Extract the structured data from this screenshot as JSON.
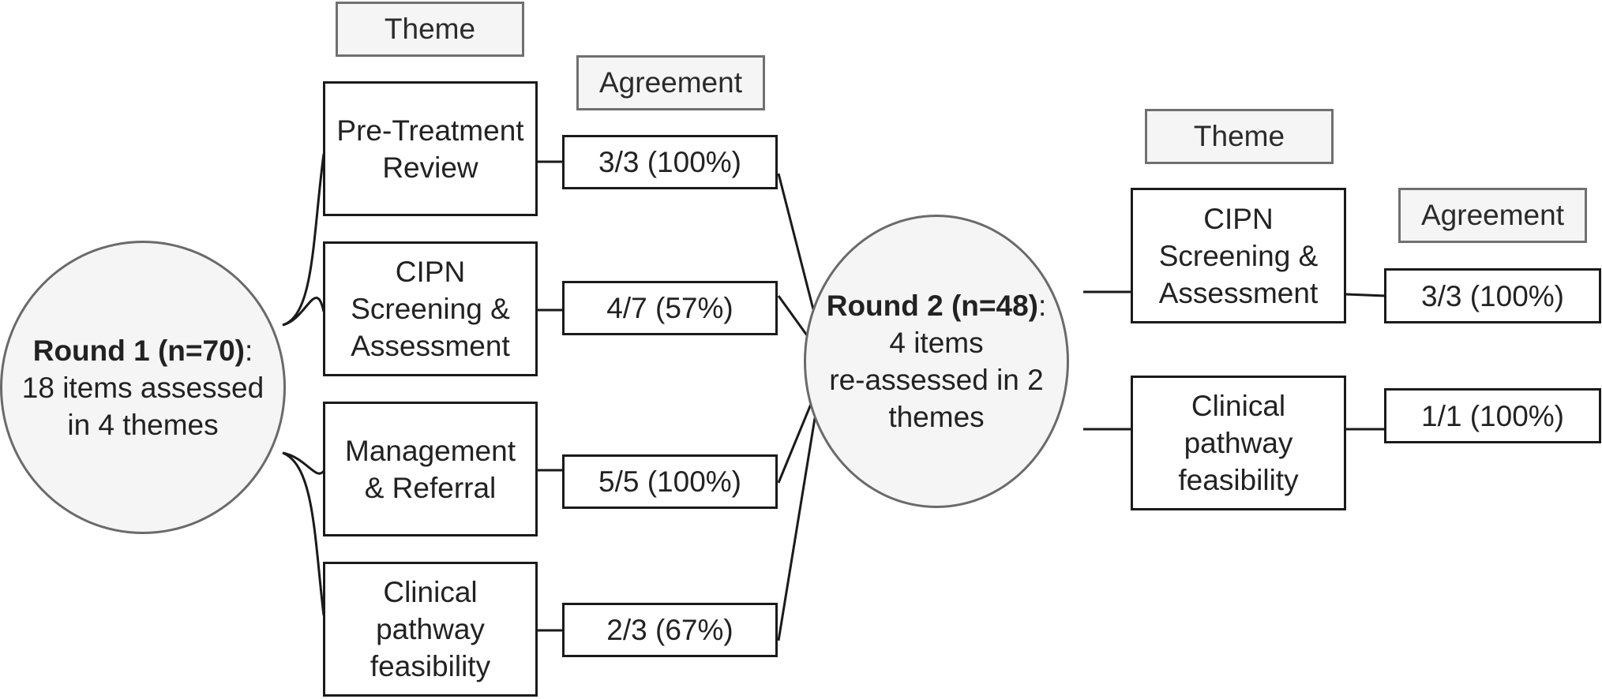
{
  "round1": {
    "title": "Round 1 (n=70)",
    "colon": ":",
    "line2": "18 items assessed",
    "line3": "in 4 themes",
    "header_theme": "Theme",
    "header_agreement": "Agreement",
    "themes": [
      {
        "label": "Pre-Treatment\nReview",
        "agreement": "3/3 (100%)"
      },
      {
        "label": "CIPN\nScreening &\nAssessment",
        "agreement": "4/7 (57%)"
      },
      {
        "label": "Management\n& Referral",
        "agreement": "5/5 (100%)"
      },
      {
        "label": "Clinical\npathway\nfeasibility",
        "agreement": "2/3 (67%)"
      }
    ]
  },
  "round2": {
    "title": "Round 2 (n=48)",
    "colon": ":",
    "line2": "4 items",
    "line3": "re-assessed in 2",
    "line4": "themes",
    "header_theme": "Theme",
    "header_agreement": "Agreement",
    "themes": [
      {
        "label": "CIPN\nScreening &\nAssessment",
        "agreement": "3/3 (100%)"
      },
      {
        "label": "Clinical\npathway\nfeasibility",
        "agreement": "1/1 (100%)"
      }
    ]
  }
}
